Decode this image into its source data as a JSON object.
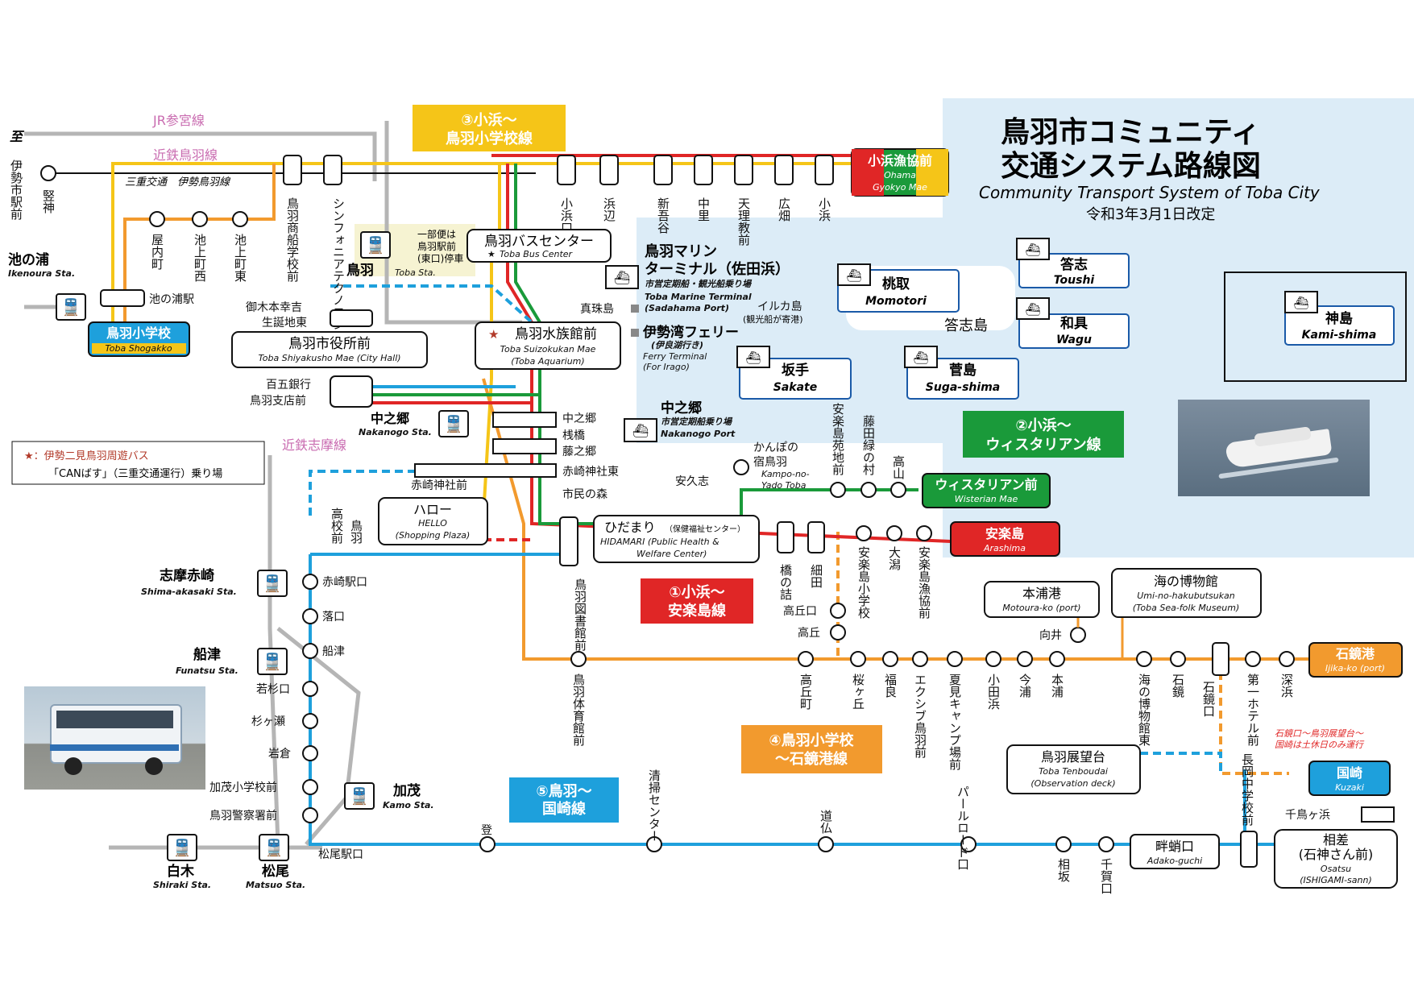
{
  "title": {
    "line1": "鳥羽市コミュニティ",
    "line2": "交通システム路線図",
    "english": "Community Transport System of Toba City",
    "revised": "令和3年3月1日改定"
  },
  "routes": {
    "r1": "①小浜～\n安楽島線",
    "r2": "②小浜～\nウィスタリアン線",
    "r3": "③小浜～\n鳥羽小学校線",
    "r4": "④鳥羽小学校\n～石鏡港線",
    "r5": "⑤鳥羽～\n国崎線"
  },
  "rail": {
    "jr": "JR参宮線",
    "kintetsu_toba": "近鉄鳥羽線",
    "kintetsu_shima": "近鉄志摩線",
    "mie_kotsu": "三重交通　伊勢鳥羽線",
    "to": "至",
    "ise_station": "伊勢市駅前"
  },
  "legend": {
    "line1": "★：伊勢二見鳥羽周遊バス",
    "line2": "「CANばす」（三重交通運行）乗り場"
  },
  "terminals": {
    "ohama": {
      "ja": "小浜漁協前",
      "en1": "Ohama",
      "en2": "Gyokyo Mae"
    },
    "wisterian": {
      "ja": "ウィスタリアン前",
      "en": "Wisterian Mae"
    },
    "arashima": {
      "ja": "安楽島",
      "en": "Arashima"
    },
    "ijika": {
      "ja": "石鏡港",
      "en": "Ijika-ko (port)"
    },
    "kuzaki": {
      "ja": "国崎",
      "en": "Kuzaki"
    },
    "toba_shogakko": {
      "ja": "鳥羽小学校",
      "en": "Toba Shogakko"
    }
  },
  "boxes": {
    "bus_center": {
      "ja": "鳥羽バスセンター",
      "en": "Toba Bus Center"
    },
    "aquarium": {
      "ja": "鳥羽水族館前",
      "en1": "Toba Suizokukan Mae",
      "en2": "(Toba Aquarium)"
    },
    "city_hall": {
      "ja": "鳥羽市役所前",
      "en": "Toba Shiyakusho Mae (City Hall)"
    },
    "hello": {
      "ja": "ハロー",
      "en1": "HELLO",
      "en2": "(Shopping Plaza)"
    },
    "hidamari": {
      "ja": "ひだまり",
      "ja_small": "（保健福祉センター）",
      "en1": "HIDAMARI (Public Health &",
      "en2": "Welfare Center)"
    },
    "motoura": {
      "ja": "本浦港",
      "en": "Motoura-ko (port)"
    },
    "museum": {
      "ja": "海の博物館",
      "en1": "Umi-no-hakubutsukan",
      "en2": "(Toba Sea-folk Museum)"
    },
    "tenboudai": {
      "ja": "鳥羽展望台",
      "en1": "Toba Tenboudai",
      "en2": "(Observation  deck)"
    },
    "adako": {
      "ja": "畔蛸口",
      "en": "Adako-guchi"
    },
    "osatsu": {
      "ja1": "相差",
      "ja2": "(石神さん前)",
      "en1": "Osatsu",
      "en2": "(ISHIGAMI-sann)"
    },
    "toba_note": "一部便は\n鳥羽駅前\n(東口)停車"
  },
  "islands": {
    "momotori": {
      "ja": "桃取",
      "en": "Momotori"
    },
    "toushi": {
      "ja": "答志",
      "en": "Toushi"
    },
    "wagu": {
      "ja": "和具",
      "en": "Wagu"
    },
    "kamishima": {
      "ja": "神島",
      "en": "Kami-shima"
    },
    "sakate": {
      "ja": "坂手",
      "en": "Sakate"
    },
    "sugashima": {
      "ja": "菅島",
      "en": "Suga-shima"
    },
    "toshijima": "答志島",
    "iruka": "イルカ島",
    "iruka_note": "(観光船が寄港)",
    "shinju": "真珠島"
  },
  "ports": {
    "marine_ja": "鳥羽マリン\nターミナル（佐田浜）",
    "marine_note": "市営定期船・観光船乗り場",
    "marine_en1": "Toba Marine Terminal",
    "marine_en2": "(Sadahama Port)",
    "ferry_ja": "伊勢湾フェリー",
    "ferry_note": "(伊良湖行き)",
    "ferry_en1": "Ferry Terminal",
    "ferry_en2": "(For Irago)",
    "nakanogo_ja": "中之郷",
    "nakanogo_note": "市営定期船乗り場",
    "nakanogo_en": "Nakanogo Port"
  },
  "stations": {
    "toba": {
      "ja": "鳥羽",
      "en": "Toba Sta."
    },
    "ikenoura": {
      "ja": "池の浦",
      "en": "Ikenoura Sta."
    },
    "nakanogo": {
      "ja": "中之郷",
      "en": "Nakanogo Sta."
    },
    "shima_akasaki": {
      "ja": "志摩赤崎",
      "en": "Shima-akasaki Sta."
    },
    "funatsu": {
      "ja": "船津",
      "en": "Funatsu Sta."
    },
    "kamo": {
      "ja": "加茂",
      "en": "Kamo Sta."
    },
    "shiraki": {
      "ja": "白木",
      "en": "Shiraki Sta."
    },
    "matsuo": {
      "ja": "松尾",
      "en": "Matsuo Sta."
    }
  },
  "stops": {
    "ohama_line": [
      "小浜口",
      "浜辺",
      "新吾谷",
      "中里",
      "天理教前",
      "広畑",
      "小浜"
    ],
    "yauchi": [
      "屋内町",
      "池上町西",
      "池上町東"
    ],
    "kentai": "竪神",
    "shogyo": "鳥羽商船学校前",
    "symphonia": "シンフォニアテクノロジー",
    "ikenoura_ekimae": "池の浦駅",
    "mikimoto": "御木本幸吉\n生誕地東",
    "hyakugo": "百五銀行\n鳥羽支店前",
    "nakanogo_stops": [
      "中之郷",
      "桟橋",
      "藤之郷",
      "赤崎神社東",
      "市民の森"
    ],
    "akasaki_jinja": "赤崎神社前",
    "koko_mae": "高校前",
    "toba2": "鳥羽",
    "kanpo": "かんぽの\n宿鳥羽",
    "kanpo_en": "Kampo-no-\nYado Toba",
    "akushi": "安久志",
    "arashima_line": [
      "安楽島苑地前",
      "藤田緑の村",
      "高山"
    ],
    "arashima_line2": [
      "安楽島小学校",
      "大潟",
      "安楽島漁協前"
    ],
    "hashi": [
      "橋の詰",
      "細田"
    ],
    "takaoka_guchi": "高丘口",
    "takaoka": "高丘",
    "toshokan": "鳥羽図書館前",
    "taiikukan": "鳥羽体育館前",
    "ijika_line": [
      "高丘町",
      "桜ヶ丘",
      "福良",
      "エクシブ鳥羽前",
      "夏見キャンプ場前",
      "小田浜",
      "今浦",
      "本浦"
    ],
    "mukai": "向井",
    "museum_east": "海の博物館東",
    "ijika": "石鏡",
    "ijika_guchi": "石鏡口",
    "daiichi_hotel": "第一ホテル前",
    "fukahama": "深浜",
    "nagaoka": "長岡中学校前",
    "chidorigahama": "千鳥ヶ浜",
    "kuzaki_note1": "石鏡口～鳥羽展望台～",
    "kuzaki_note2": "国崎は土休日のみ運行",
    "west_stops": [
      "赤崎駅口",
      "落口",
      "船津",
      "若杉口",
      "杉ヶ瀬",
      "岩倉",
      "加茂小学校前",
      "鳥羽警察署前",
      "松尾駅口"
    ],
    "bottom": [
      "登",
      "清掃センター",
      "道仏",
      "パールロード口",
      "相坂",
      "千賀口"
    ]
  },
  "colors": {
    "yellow": "#f5c518",
    "orange": "#f29a2e",
    "green": "#1a9a3a",
    "red": "#e02626",
    "blue": "#1ea0dc",
    "gray": "#b5b5b5",
    "sea": "#dcecf7"
  }
}
